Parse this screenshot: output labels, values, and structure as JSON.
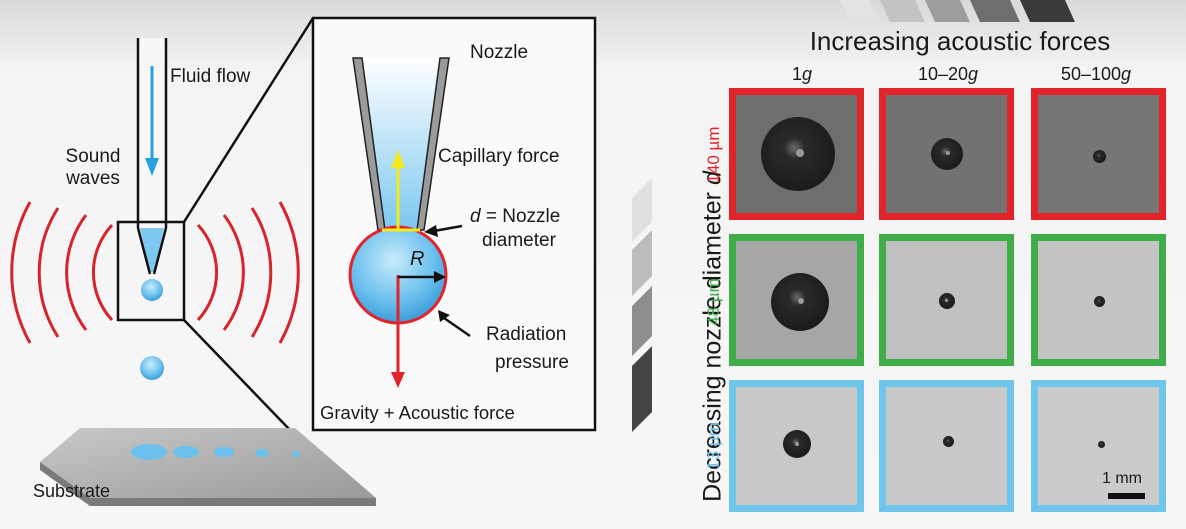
{
  "left_panel": {
    "fluid_flow": "Fluid flow",
    "sound_waves": "Sound\nwaves",
    "substrate": "Substrate"
  },
  "inset": {
    "nozzle": "Nozzle",
    "capillary_force": "Capillary force",
    "d_symbol": "d",
    "d_text": " = Nozzle",
    "d_text2": "diameter",
    "r_symbol": "R",
    "radiation": "Radiation",
    "pressure": "pressure",
    "gravity": "Gravity + Acoustic force"
  },
  "grid": {
    "title": "Increasing acoustic forces",
    "columns": [
      {
        "value": "1",
        "unit": "g"
      },
      {
        "value": "10–20",
        "unit": "g"
      },
      {
        "value": "50–100",
        "unit": "g"
      }
    ],
    "vertical_title_a": "Decreasing nozzle diameter ",
    "vertical_title_b": "d",
    "rows": [
      {
        "label": "140 µm",
        "color": "#e2232a"
      },
      {
        "label": "48 µm",
        "color": "#3fae49"
      },
      {
        "label": "13 µm",
        "color": "#6ec6ea"
      }
    ],
    "scale_bar": "1 mm"
  },
  "colors": {
    "water": "#5bb8e8",
    "red_arrow": "#e2232a",
    "yellow_arrow": "#f2ea1c",
    "wave": "#d8232a"
  }
}
